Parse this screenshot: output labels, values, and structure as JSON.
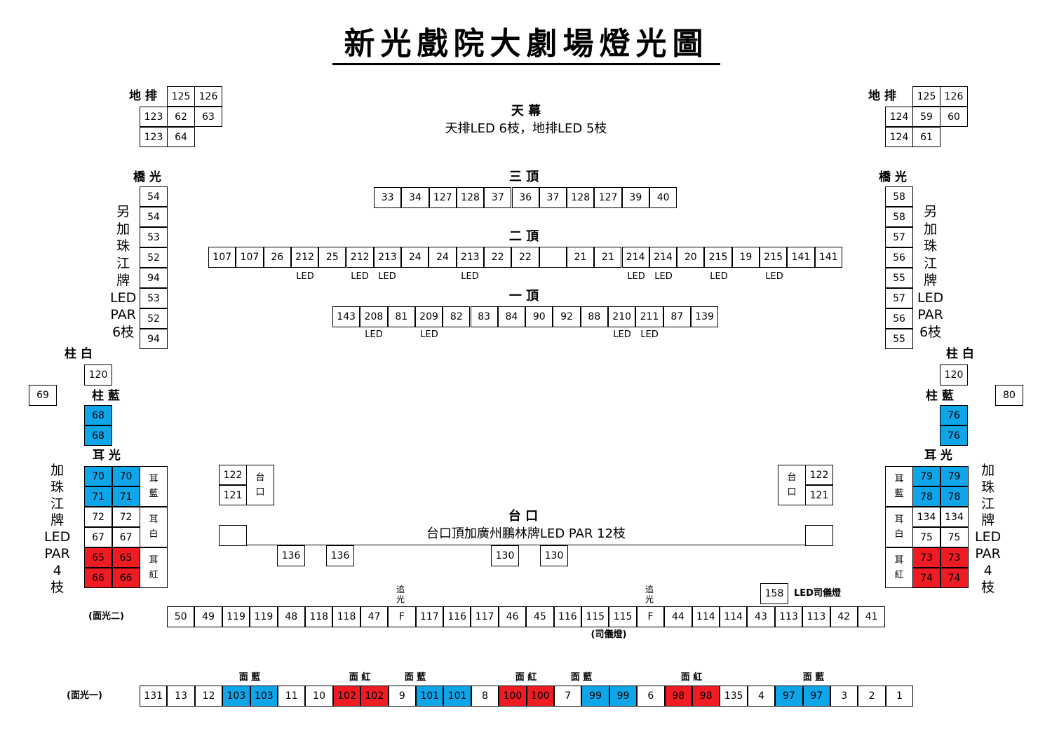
{
  "title": "新光戲院大劇場燈光圖",
  "colors": {
    "blue": "#0ea5e9",
    "red": "#ef1c24"
  },
  "labels": {
    "floor_row": "地 排",
    "backdrop_title": "天 幕",
    "backdrop_note": "天排LED 6枝，地排LED 5枝",
    "bridge": "橋 光",
    "third_border": "三 頂",
    "second_border": "二 頂",
    "first_border": "一 頂",
    "led": "LED",
    "pillar_white": "柱 白",
    "pillar_blue": "柱 藍",
    "ear_light": "耳 光",
    "ear_blue": "耳藍",
    "ear_white": "耳白",
    "ear_red": "耳紅",
    "proscenium": "台口",
    "proscenium_title": "台 口",
    "proscenium_note": "台口頂加廣州鵬林牌LED PAR 12枝",
    "follow_spot": "追光",
    "led_mc_light": "LED司儀燈",
    "front_light_2": "(面光二)",
    "front_light_1": "(面光一)",
    "mc_light": "(司儀燈)",
    "face_blue": "面 藍",
    "face_red": "面 紅",
    "extra_led_bridge": "另加珠江牌LED PAR 6枝",
    "extra_led_ear": "加珠江牌LED PAR 4 枝"
  },
  "floor_left": [
    "125",
    "126",
    "123",
    "62",
    "63",
    "123",
    "64"
  ],
  "floor_right": [
    "125",
    "126",
    "124",
    "59",
    "60",
    "124",
    "61"
  ],
  "bridge_left": [
    "54",
    "54",
    "53",
    "52",
    "94",
    "53",
    "52",
    "94"
  ],
  "bridge_right": [
    "58",
    "58",
    "57",
    "56",
    "55",
    "57",
    "56",
    "55"
  ],
  "third_border": [
    "33",
    "34",
    "127",
    "128",
    "37",
    "36",
    "37",
    "128",
    "127",
    "39",
    "40"
  ],
  "second_border": [
    "107",
    "107",
    "26",
    "212",
    "25",
    "212",
    "213",
    "24",
    "24",
    "213",
    "22",
    "22",
    "",
    "21",
    "21",
    "214",
    "214",
    "20",
    "215",
    "19",
    "215",
    "141",
    "141"
  ],
  "first_border": [
    "143",
    "208",
    "81",
    "209",
    "82",
    "83",
    "84",
    "90",
    "92",
    "88",
    "210",
    "211",
    "87",
    "139"
  ],
  "pillar_white": "120",
  "pillar_blue_left": "68",
  "pillar_blue_right": "76",
  "side_left": "69",
  "side_right": "80",
  "ear_left": [
    "70",
    "70",
    "71",
    "71",
    "72",
    "72",
    "67",
    "67",
    "65",
    "65",
    "66",
    "66"
  ],
  "ear_right": [
    "79",
    "79",
    "78",
    "78",
    "134",
    "134",
    "75",
    "75",
    "73",
    "73",
    "74",
    "74"
  ],
  "proscenium_boxes": [
    "122",
    "121"
  ],
  "proscenium_row": [
    "136",
    "136",
    "130",
    "130"
  ],
  "led_mc_number": "158",
  "front_light_2_row": [
    "50",
    "49",
    "119",
    "119",
    "48",
    "118",
    "118",
    "47",
    "F",
    "117",
    "116",
    "117",
    "46",
    "45",
    "116",
    "115",
    "115",
    "F",
    "44",
    "114",
    "114",
    "43",
    "113",
    "113",
    "42",
    "41"
  ],
  "front_light_1_row": [
    "131",
    "13",
    "12",
    "103",
    "103",
    "11",
    "10",
    "102",
    "102",
    "9",
    "101",
    "101",
    "8",
    "100",
    "100",
    "7",
    "99",
    "99",
    "6",
    "98",
    "98",
    "135",
    "4",
    "97",
    "97",
    "3",
    "2",
    "1"
  ]
}
